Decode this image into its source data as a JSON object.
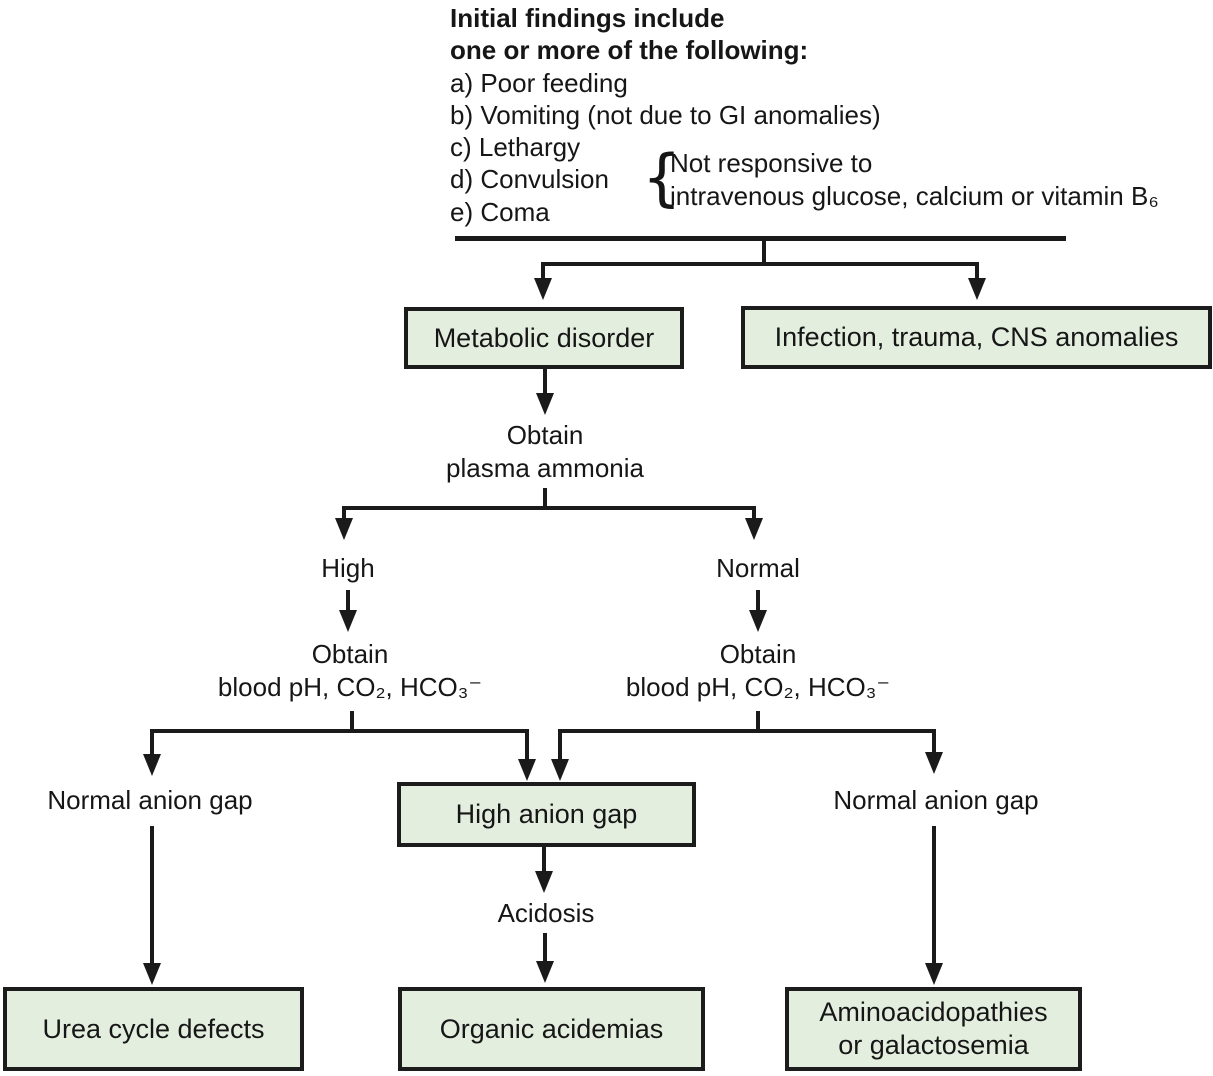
{
  "figure": {
    "type": "flowchart",
    "topic": "Workup of initial findings in a neonate for suspected metabolic disorder"
  },
  "colors": {
    "background": "#ffffff",
    "box_fill": "#e3eedf",
    "box_border": "#1c1c1c",
    "line": "#1a1a1a",
    "text": "#161616"
  },
  "header": {
    "title_line1": "Initial findings include",
    "title_line2": "one or more of the following:",
    "items": [
      "a) Poor feeding",
      "b) Vomiting (not due to GI anomalies)",
      "c) Lethargy",
      "d) Convulsion",
      "e) Coma"
    ],
    "brace_glyph": "{",
    "brace_note": {
      "line1": "Not responsive to",
      "line2": "intravenous glucose, calcium or vitamin B₆"
    }
  },
  "nodes": {
    "metabolic_disorder": {
      "label": "Metabolic disorder"
    },
    "infection": {
      "label": "Infection, trauma, CNS anomalies"
    },
    "obtain_ammonia": {
      "line1": "Obtain",
      "line2": "plasma ammonia"
    },
    "high": {
      "label": "High"
    },
    "normal": {
      "label": "Normal"
    },
    "obtain_blood_left": {
      "line1": "Obtain",
      "line2": "blood pH, CO₂, HCO₃⁻"
    },
    "obtain_blood_right": {
      "line1": "Obtain",
      "line2": "blood pH, CO₂, HCO₃⁻"
    },
    "normal_anion_left": {
      "label": "Normal anion gap"
    },
    "high_anion_gap": {
      "label": "High anion gap"
    },
    "normal_anion_right": {
      "label": "Normal anion gap"
    },
    "acidosis": {
      "label": "Acidosis"
    },
    "urea_cycle": {
      "label": "Urea cycle defects"
    },
    "organic_acidemias": {
      "label": "Organic acidemias"
    },
    "aminoacidopathies": {
      "line1": "Aminoacidopathies",
      "line2": "or galactosemia"
    }
  }
}
